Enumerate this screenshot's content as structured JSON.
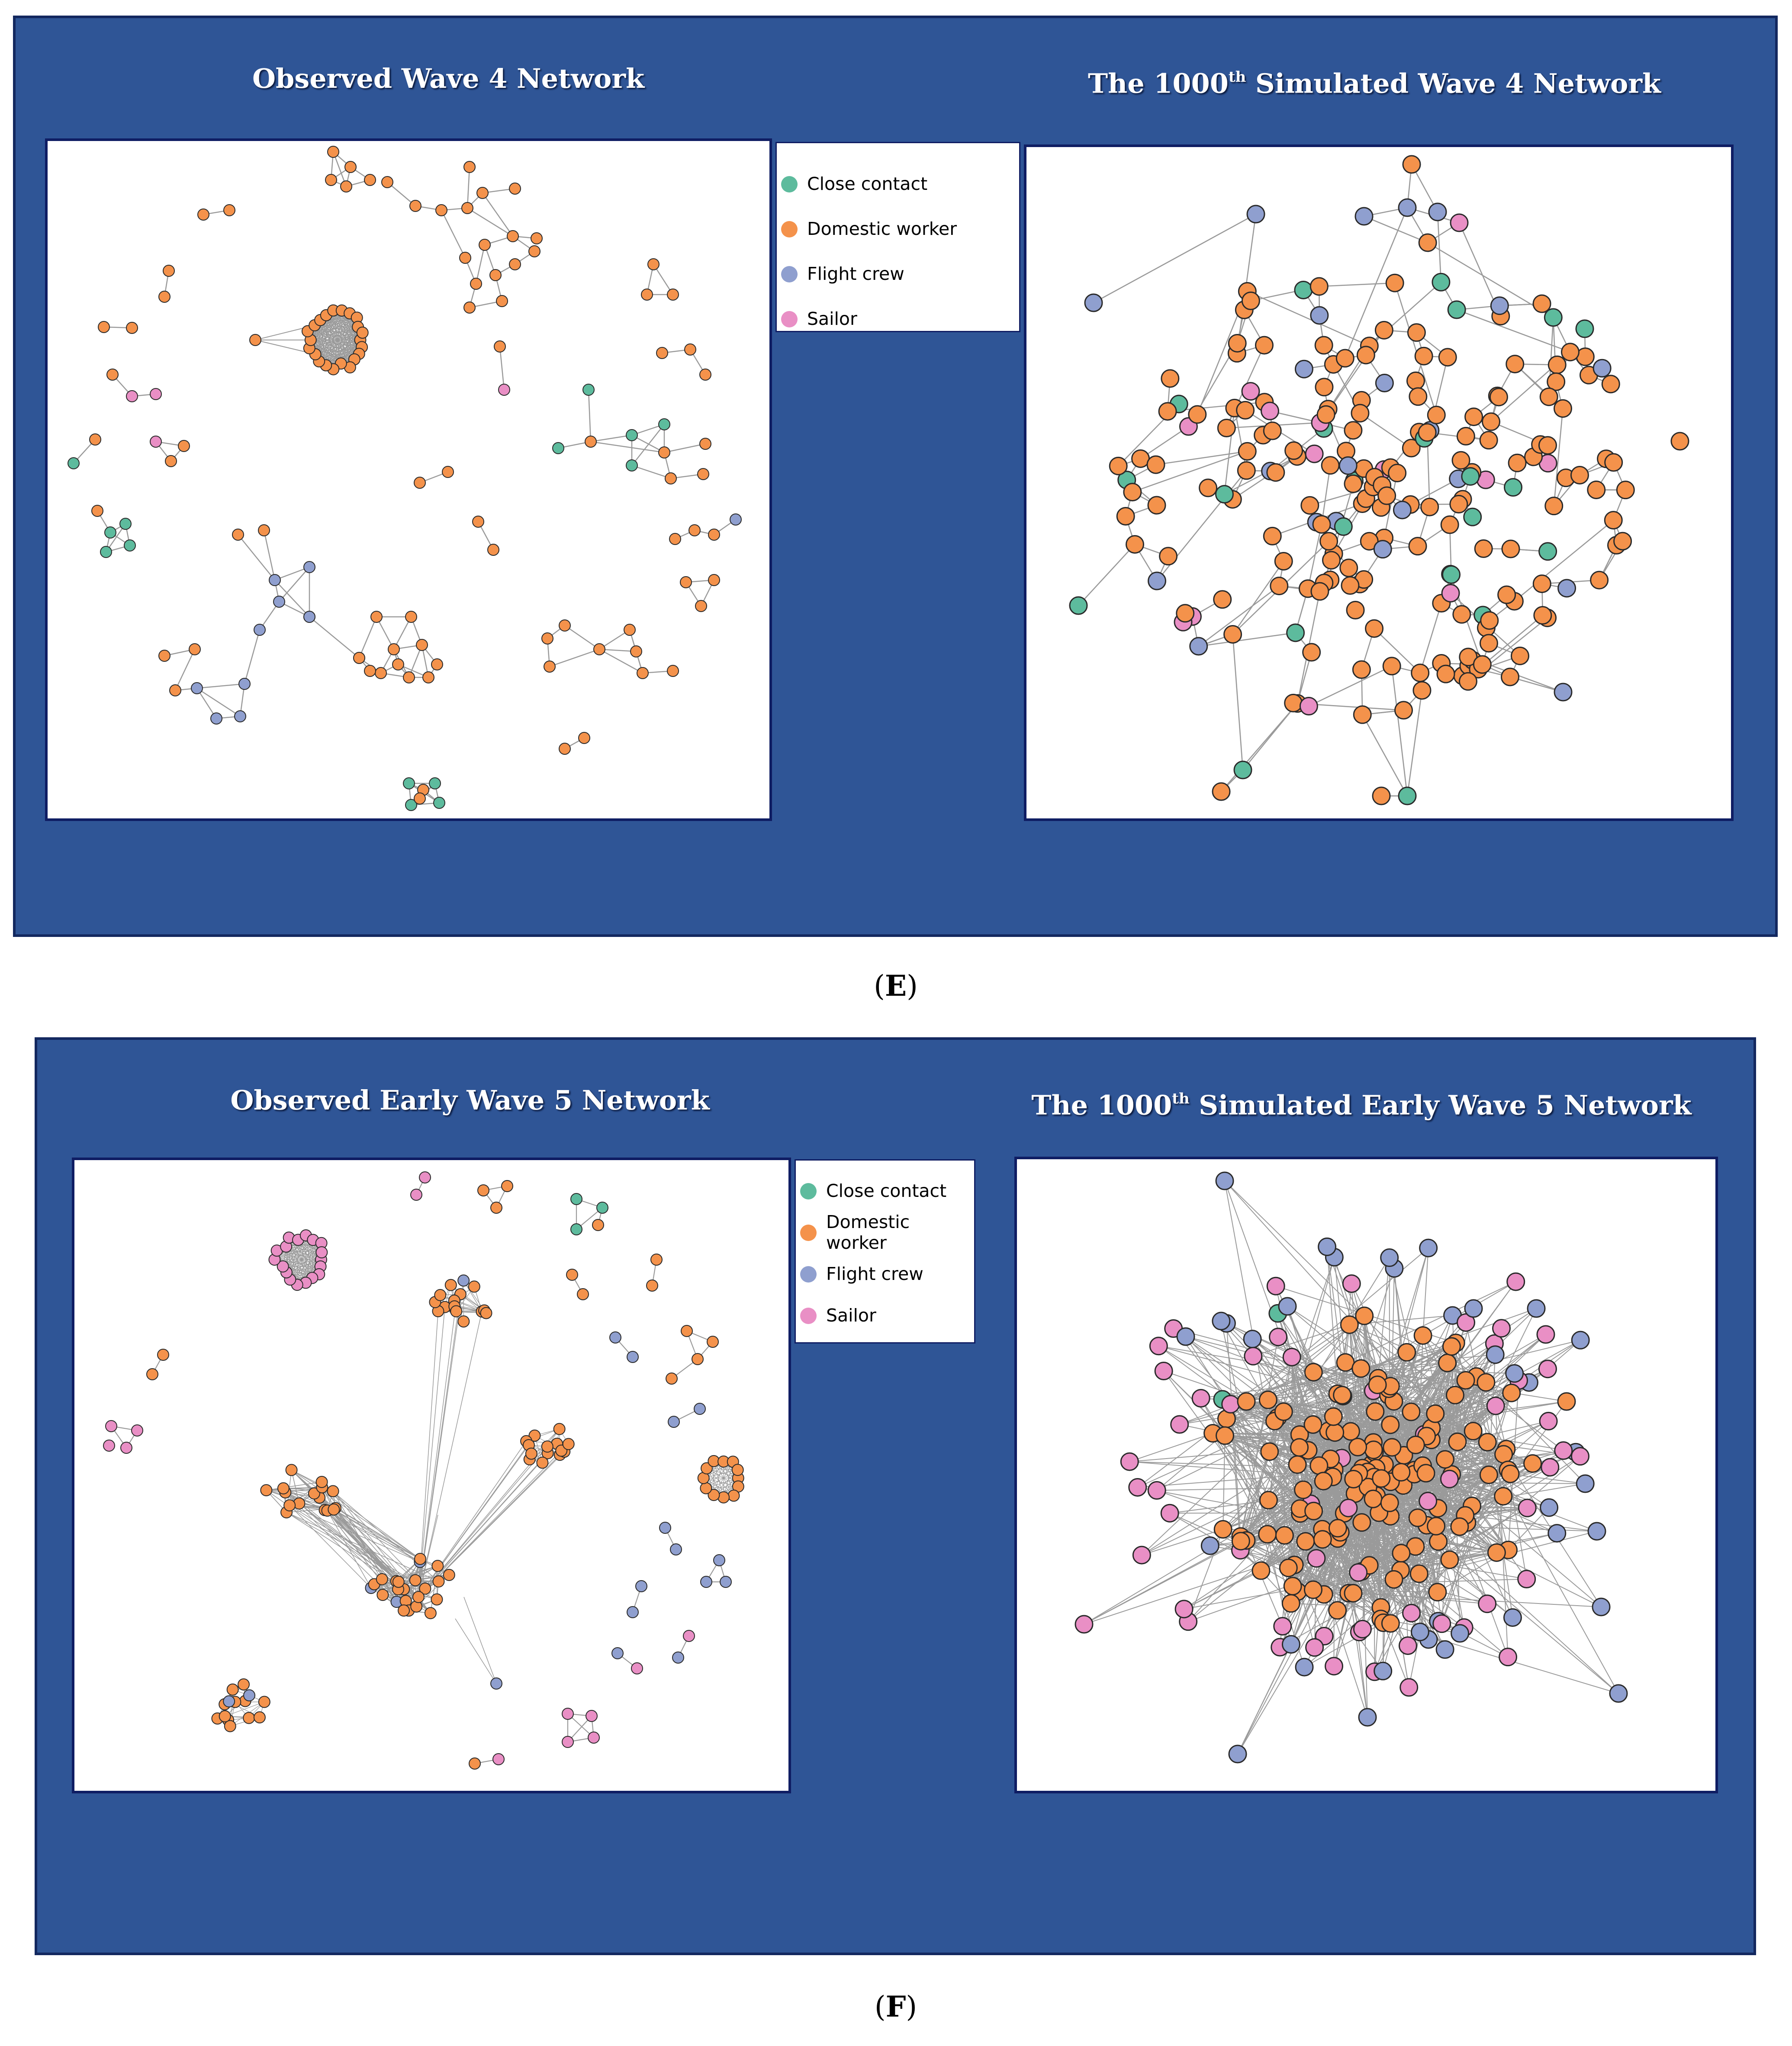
{
  "colors": {
    "panel_bg": "#2f5596",
    "close_contact": "#5dbb9d",
    "domestic_worker": "#f4924b",
    "flight_crew": "#8f9fcf",
    "sailor": "#e98fc5",
    "edge": "#9a9a9a"
  },
  "legend": {
    "items": [
      {
        "label": "Close contact",
        "color": "#5dbb9d"
      },
      {
        "label": "Domestic worker",
        "color": "#f4924b"
      },
      {
        "label": "Flight crew",
        "color": "#8f9fcf"
      },
      {
        "label": "Sailor",
        "color": "#e98fc5"
      }
    ]
  },
  "panels": {
    "E": {
      "label_open": "(",
      "label_letter": "E",
      "label_close": ")",
      "observed_title": "Observed Wave 4 Network",
      "simulated_title_prefix": "The 1000",
      "simulated_title_sup": "th",
      "simulated_title_suffix": " Simulated Wave 4 Network"
    },
    "F": {
      "label_open": "(",
      "label_letter": "F",
      "label_close": ")",
      "observed_title": "Observed Early Wave 5 Network",
      "simulated_title_prefix": "The 1000",
      "simulated_title_sup": "th",
      "simulated_title_suffix": " Simulated Early Wave 5 Network"
    }
  }
}
